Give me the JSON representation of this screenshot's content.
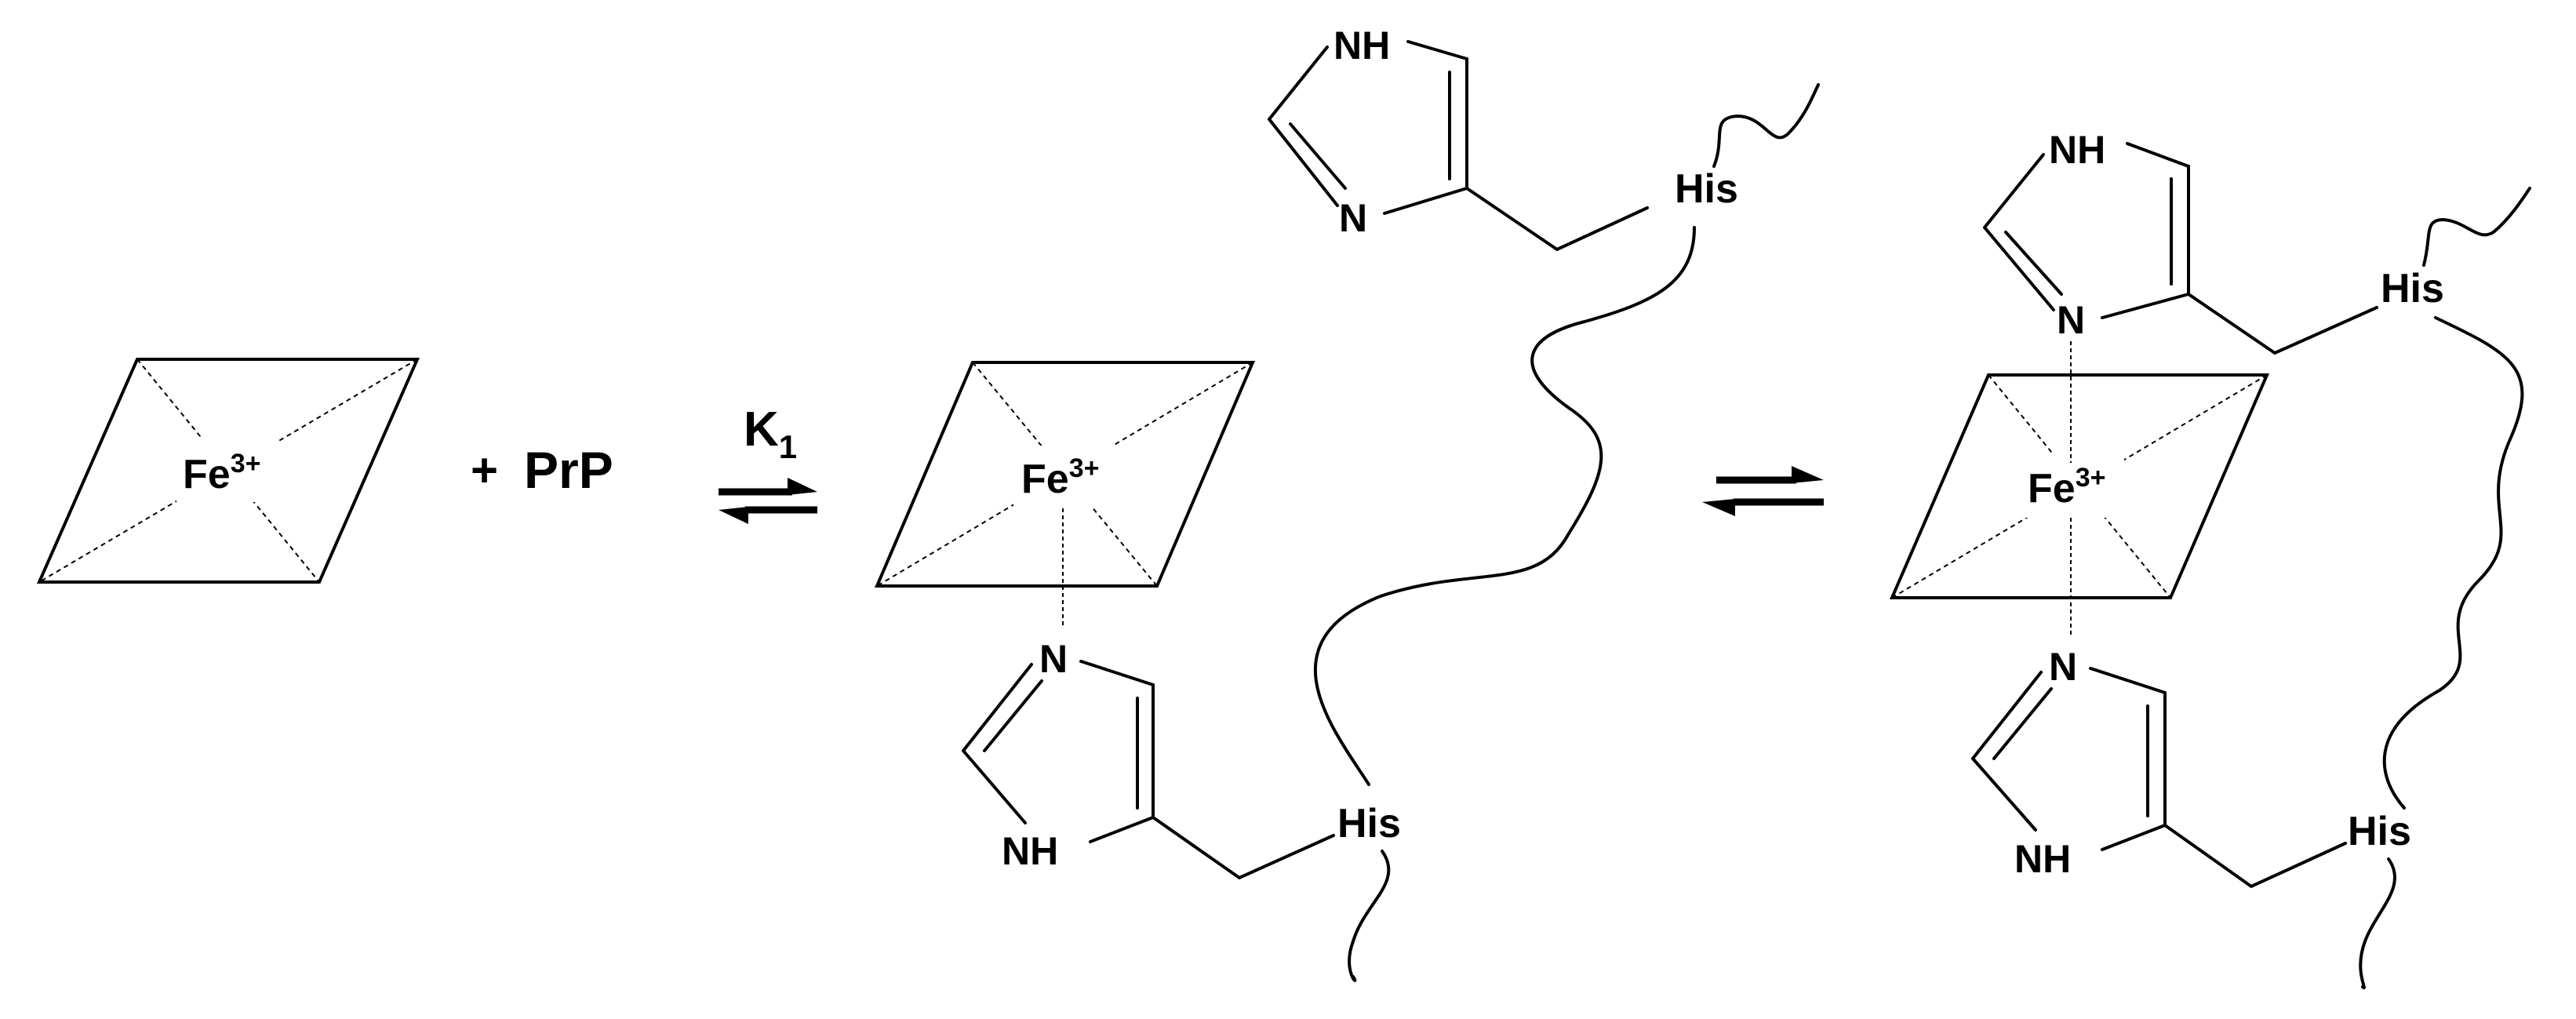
{
  "labels": {
    "iron": "Fe",
    "iron_charge": "3+",
    "plus": "+",
    "protein": "PrP",
    "k_base": "K",
    "k_subscript": "1",
    "histidine": "His",
    "nitrogen": "N",
    "nh": "NH"
  },
  "colors": {
    "ink": "#000000",
    "background": "#ffffff"
  }
}
